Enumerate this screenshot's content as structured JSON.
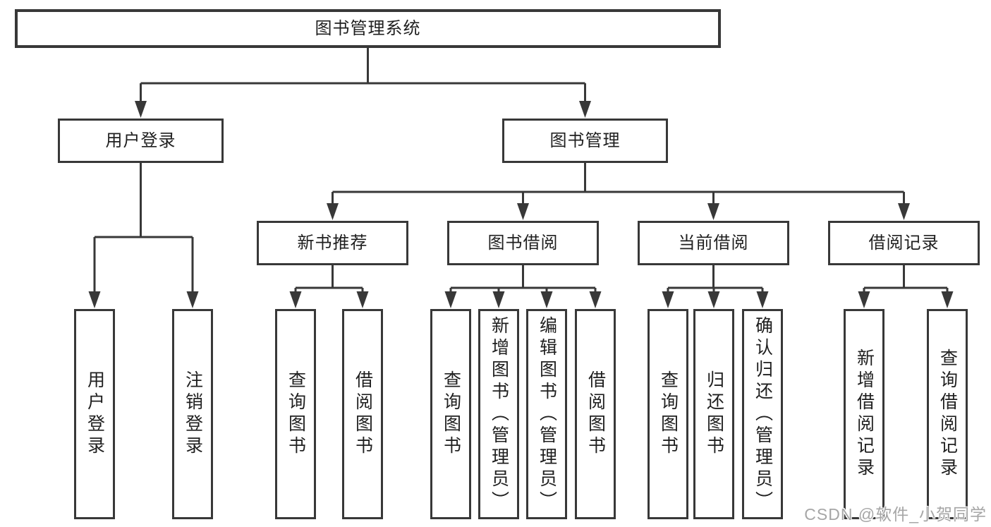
{
  "nodes": {
    "root": "图书管理系统",
    "user_login": {
      "label": "用户登录",
      "children": [
        "用户登录",
        "注销登录"
      ]
    },
    "book_mgmt": {
      "label": "图书管理",
      "children": {
        "new_books": {
          "label": "新书推荐",
          "children": [
            "查询图书",
            "借阅图书"
          ]
        },
        "book_borrow": {
          "label": "图书借阅",
          "children": [
            "查询图书",
            "新增图书（管理员）",
            "编辑图书（管理员）",
            "借阅图书"
          ]
        },
        "current_borrow": {
          "label": "当前借阅",
          "children": [
            "查询图书",
            "归还图书",
            "确认归还（管理员）"
          ]
        },
        "borrow_records": {
          "label": "借阅记录",
          "children": [
            "新增借阅记录",
            "查询借阅记录"
          ]
        }
      }
    }
  },
  "colors": {
    "line": "#383838",
    "text": "#1f1f1f",
    "watermark": "#a6a6a6"
  },
  "watermark": "CSDN @软件_小贺同学"
}
